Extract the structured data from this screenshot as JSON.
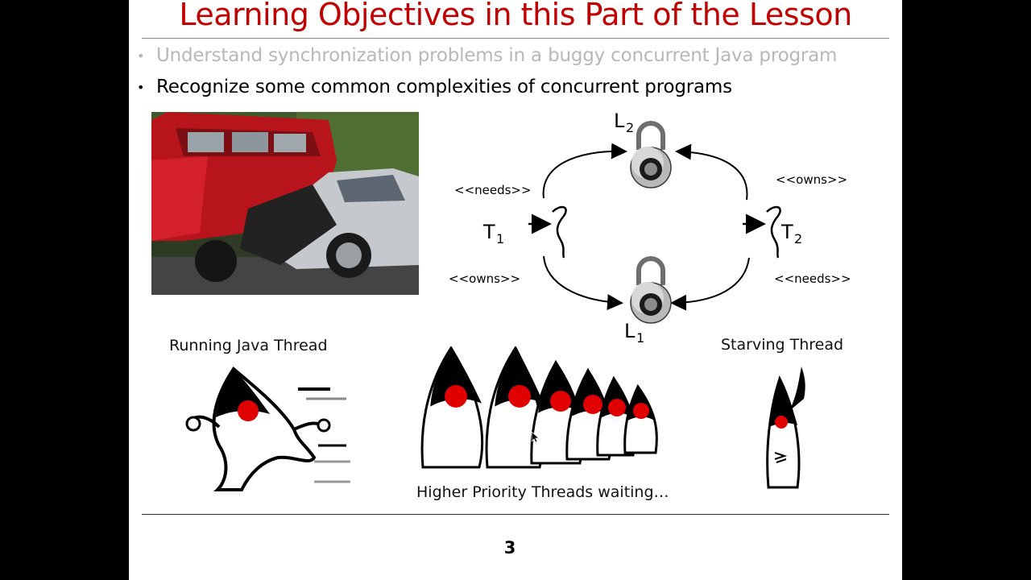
{
  "slide": {
    "title": "Learning Objectives in this Part of the Lesson",
    "bullets": [
      {
        "text": "Understand synchronization problems in a buggy concurrent Java program",
        "state": "dimmed"
      },
      {
        "text": "Recognize some common complexities of concurrent programs",
        "state": "active"
      }
    ],
    "diagram": {
      "lock_top": "L",
      "lock_top_sub": "2",
      "lock_bottom": "L",
      "lock_bottom_sub": "1",
      "thread_left": "T",
      "thread_left_sub": "1",
      "thread_right": "T",
      "thread_right_sub": "2",
      "label_top_left": "<<needs>>",
      "label_bottom_left": "<<owns>>",
      "label_top_right": "<<owns>>",
      "label_bottom_right": "<<needs>>"
    },
    "captions": {
      "running": "Running Java Thread",
      "waiting": "Higher Priority Threads waiting…",
      "starving": "Starving Thread"
    },
    "page_number": "3"
  },
  "colors": {
    "title": "#c00000",
    "dimmed_text": "#b8b8b8",
    "duke_nose": "#e00000",
    "background": "#000000"
  }
}
